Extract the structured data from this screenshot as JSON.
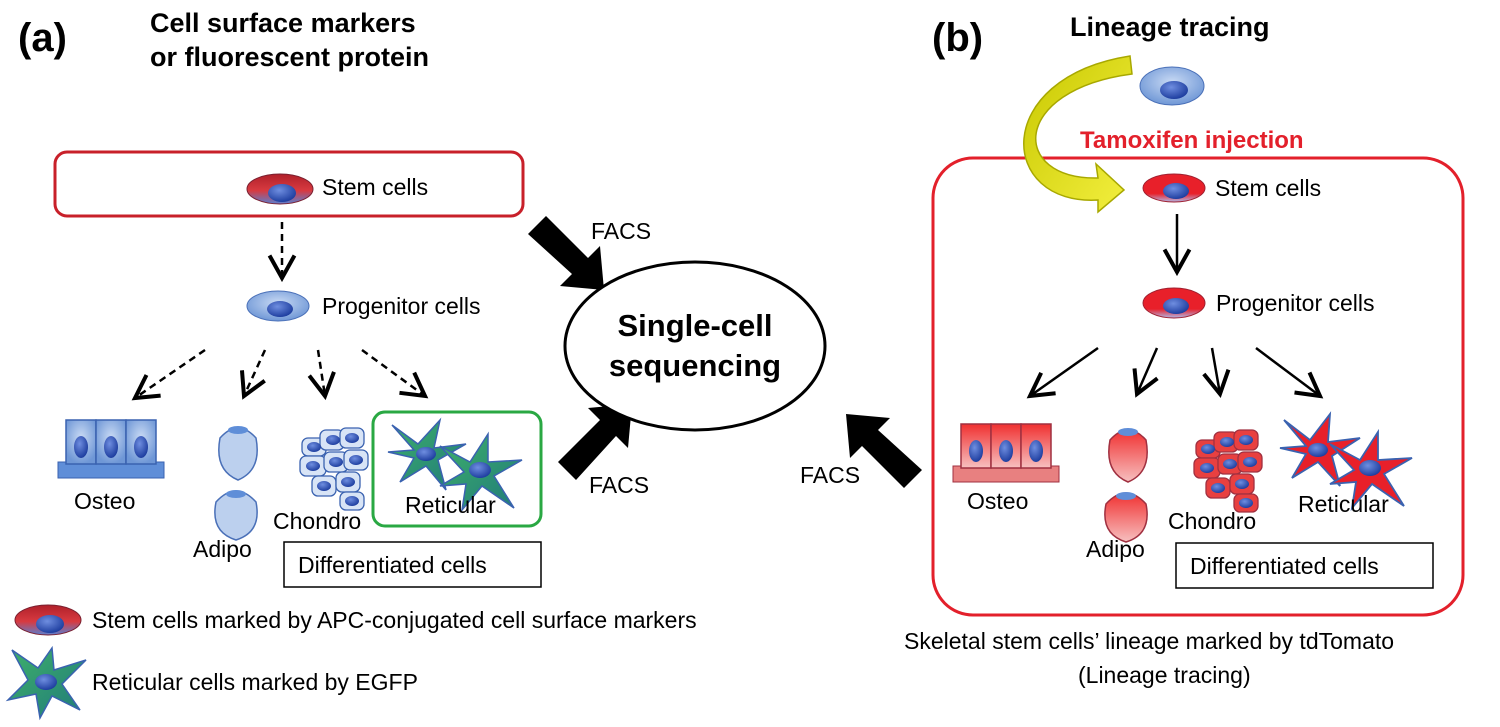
{
  "panel_a": {
    "letter": "(a)",
    "title": "Cell surface markers\nor fluorescent protein",
    "stem": "Stem cells",
    "progenitor": "Progenitor cells",
    "osteo": "Osteo",
    "adipo": "Adipo",
    "chondro": "Chondro",
    "reticular": "Reticular",
    "differentiated": "Differentiated cells",
    "facs_top": "FACS",
    "facs_bottom": "FACS"
  },
  "center": {
    "label": "Single-cell\nsequencing"
  },
  "panel_b": {
    "letter": "(b)",
    "title": "Lineage tracing",
    "tamoxifen": "Tamoxifen injection",
    "stem": "Stem cells",
    "progenitor": "Progenitor cells",
    "osteo": "Osteo",
    "adipo": "Adipo",
    "chondro": "Chondro",
    "reticular": "Reticular",
    "differentiated": "Differentiated cells",
    "facs": "FACS",
    "caption_line1": "Skeletal stem cells’ lineage marked by tdTomato",
    "caption_line2": "(Lineage tracing)"
  },
  "legend": {
    "stem_marker": "Stem cells marked by APC-conjugated cell surface markers",
    "reticular_marker": "Reticular cells marked by EGFP"
  },
  "colors": {
    "red_box": "#c8202a",
    "green_box": "#2aa843",
    "tamoxifen": "#e3202b",
    "arrow_yellow": "#dcdc1e",
    "cell_blue": "#9ab8e6",
    "nucleus_blue": "#2f5fc0",
    "tdtomato": "#e8202a",
    "egfp": "#2a9a6a"
  }
}
